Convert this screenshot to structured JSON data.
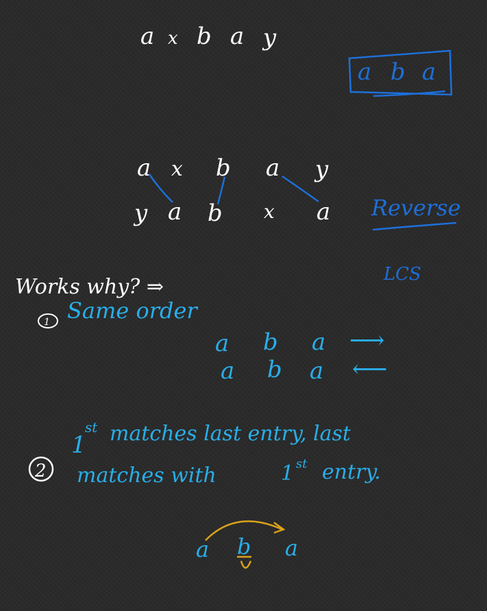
{
  "colors": {
    "background": "#2a2a2a",
    "white_ink": "#ffffff",
    "blue_ink": "#1e6fd8",
    "cyan_ink": "#29aee8",
    "gold_ink": "#d9a21c"
  },
  "top_string": [
    "a",
    "x",
    "b",
    "a",
    "y"
  ],
  "boxed_result": [
    "a",
    "b",
    "a"
  ],
  "original_row": [
    "a",
    "x",
    "b",
    "a",
    "y"
  ],
  "reversed_row": [
    "y",
    "a",
    "b",
    "x",
    "a"
  ],
  "reverse_label": "Reverse",
  "lcs_label": "LCS",
  "works_why": "Works why? ⇒",
  "point1": {
    "number": "1",
    "text": "Same order",
    "forward_row": [
      "a",
      "b",
      "a"
    ],
    "forward_arrow": "⟶",
    "backward_row": [
      "a",
      "b",
      "a"
    ],
    "backward_arrow": "⟵"
  },
  "point2": {
    "number": "2",
    "line1_num": "1",
    "line1_sup": "st",
    "line1_rest": "matches last entry, last",
    "line2_rest": "matches with",
    "line2_num": "1",
    "line2_sup": "st",
    "line2_end": "entry."
  },
  "palindrome_example": [
    "a",
    "b",
    "a"
  ]
}
